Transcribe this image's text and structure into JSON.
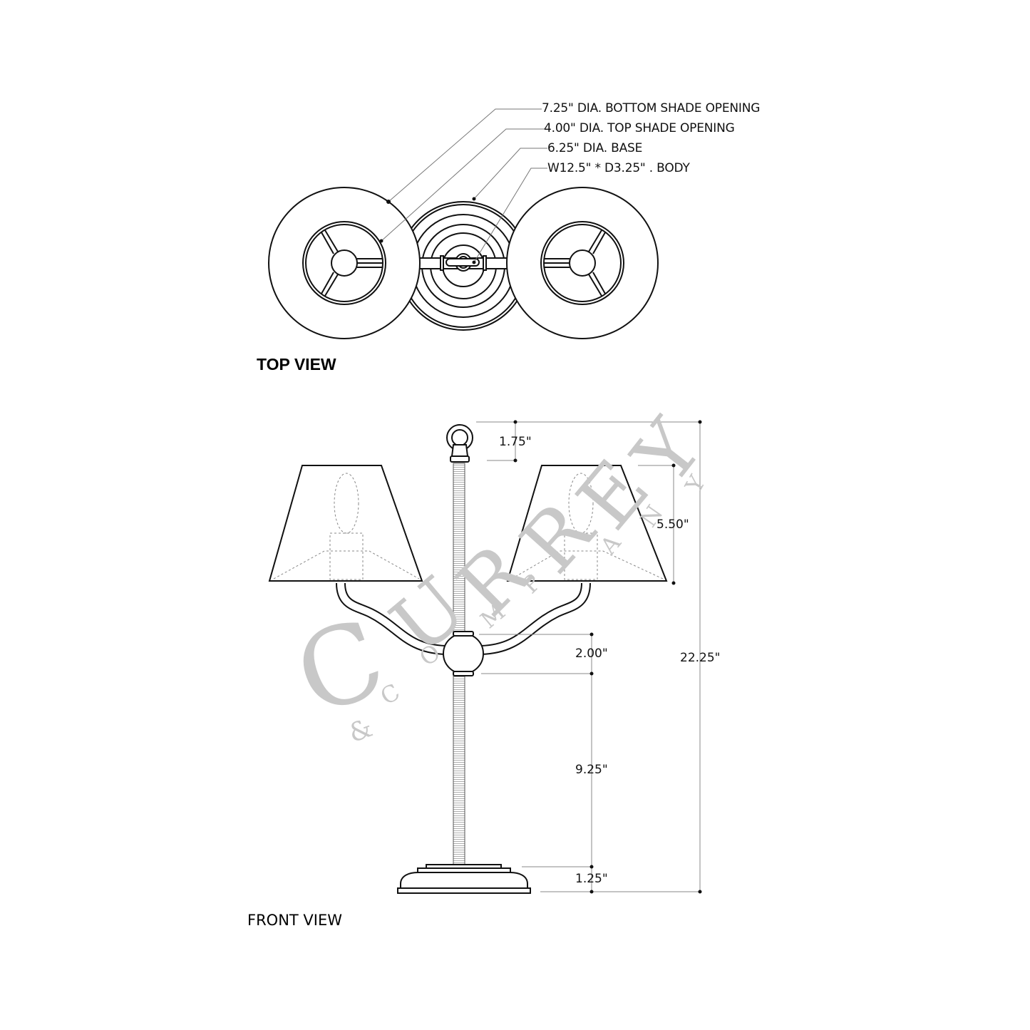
{
  "top_view": {
    "title": "TOP VIEW",
    "callouts": [
      {
        "label": "7.25\" DIA. BOTTOM  SHADE OPENING"
      },
      {
        "label": "4.00\" DIA. TOP  SHADE OPENING"
      },
      {
        "label": "6.25\" DIA. BASE"
      },
      {
        "label": "W12.5\" * D3.25\" . BODY"
      }
    ]
  },
  "front_view": {
    "title": "FRONT  VIEW",
    "dimensions": {
      "ring_height": "1.75\"",
      "shade_height": "5.50\"",
      "overall_height": "22.25\"",
      "hub_height": "2.00\"",
      "stem_height": "9.25\"",
      "base_height": "1.25\""
    }
  },
  "watermark": {
    "brand": [
      "C",
      "U",
      "R",
      "R",
      "E",
      "Y"
    ],
    "sub": [
      "&",
      "C",
      "O",
      "M",
      "P",
      "A",
      "N",
      "Y"
    ]
  },
  "colors": {
    "line": "#111111",
    "leader": "#777777",
    "watermark": "#c8c8c8"
  }
}
